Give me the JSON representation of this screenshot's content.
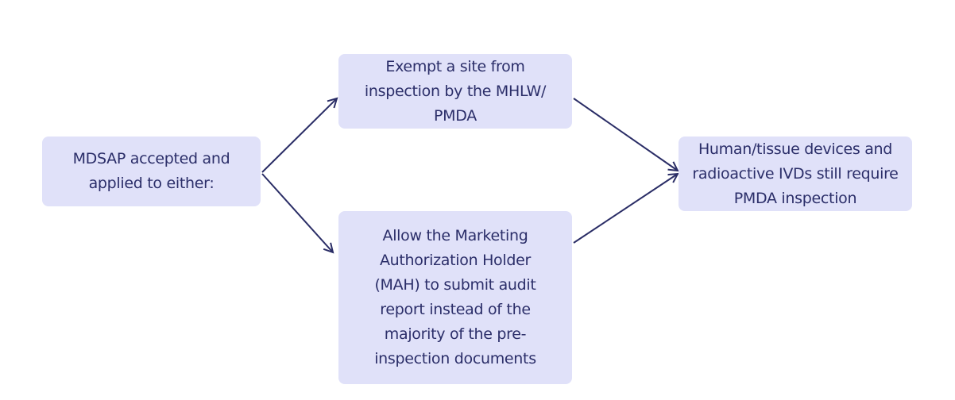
{
  "nodes": {
    "start": "MDSAP accepted and applied to either:",
    "exempt": "Exempt a site from inspection by the MHLW/ PMDA",
    "allow": "Allow the Marketing Authorization Holder (MAH) to submit audit report instead of the majority of the pre-inspection documents",
    "result": "Human/tissue devices and radioactive IVDs still require PMDA inspection"
  },
  "colors": {
    "box": "#e0e1f9",
    "text": "#2b2e69",
    "arrow": "#2a2d66"
  }
}
